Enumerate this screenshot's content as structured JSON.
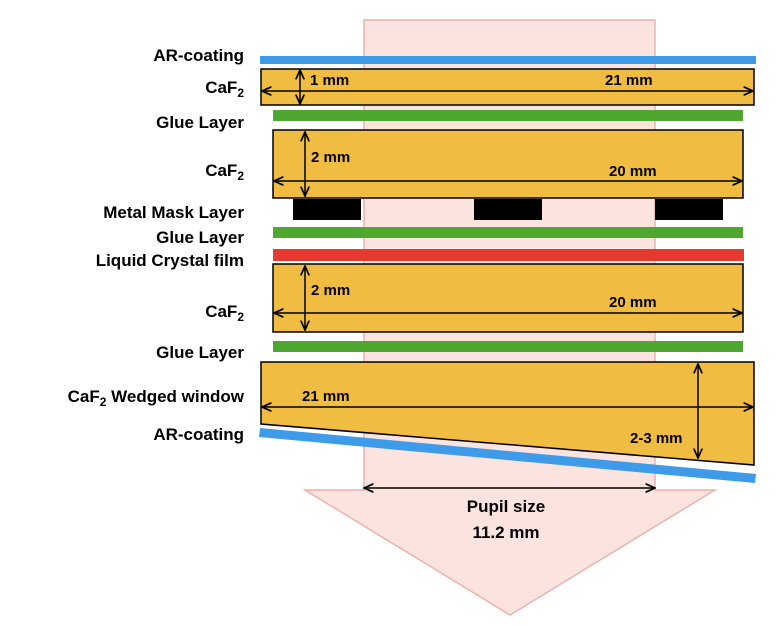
{
  "colors": {
    "ar_coating": "#3d9be9",
    "caf2": "#f0bc41",
    "glue": "#4ea72e",
    "metal_mask": "#000000",
    "liquid_crystal": "#e6392f",
    "beam": "#fbe3e0",
    "beam_outline": "#e9b3ac"
  },
  "labels": {
    "ar_coating_top": "AR-coating",
    "caf2_1": "CaF",
    "caf2_1_sub": "2",
    "glue_1": "Glue Layer",
    "caf2_2": "CaF",
    "caf2_2_sub": "2",
    "metal_mask": "Metal Mask Layer",
    "glue_2": "Glue Layer",
    "liquid_crystal": "Liquid Crystal film",
    "caf2_3": "CaF",
    "caf2_3_sub": "2",
    "glue_3": "Glue Layer",
    "wedge_caf": "CaF",
    "wedge_sub": "2",
    "wedge_rest": " Wedged window",
    "ar_coating_bottom": "AR-coating"
  },
  "dimensions": {
    "caf2_1_thickness": "1 mm",
    "caf2_1_width": "21 mm",
    "caf2_2_thickness": "2 mm",
    "caf2_2_width": "20 mm",
    "caf2_3_thickness": "2 mm",
    "caf2_3_width": "20 mm",
    "wedge_width": "21 mm",
    "wedge_thickness": "2-3 mm"
  },
  "pupil": {
    "label": "Pupil size",
    "value": "11.2 mm"
  }
}
